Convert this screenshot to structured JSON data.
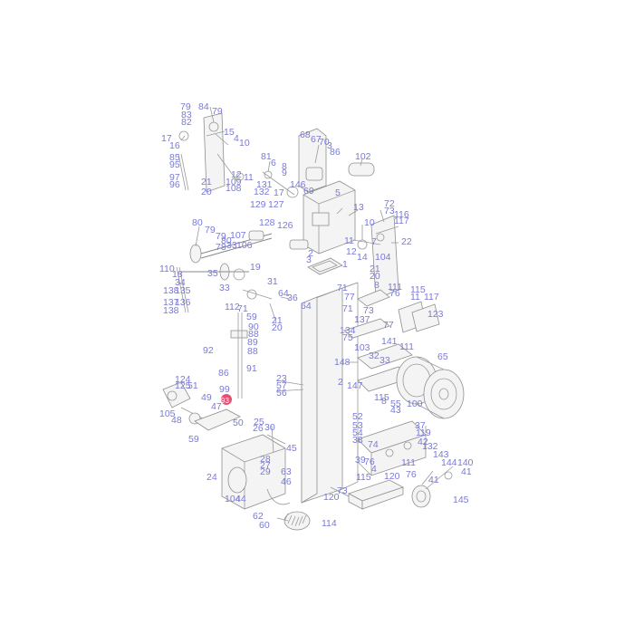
{
  "highlight": {
    "label": "93",
    "color": "#e0305a"
  },
  "label_color": "#7a7ad6",
  "labels": {
    "l79a": "79",
    "l84": "84",
    "l79b": "79",
    "l83": "83",
    "l82": "82",
    "l17a": "17",
    "l15a": "15",
    "l4a": "4",
    "l10a": "10",
    "l16a": "16",
    "l85": "85",
    "l95": "95",
    "l97": "97",
    "l96": "96",
    "l21a": "21",
    "l20a": "20",
    "l12a": "12",
    "l109": "109",
    "l11a": "11",
    "l108": "108",
    "l81": "81",
    "l6a": "6",
    "l8a": "8",
    "l9a": "9",
    "l131": "131",
    "l17b": "17",
    "l132": "132",
    "l129": "129",
    "l127": "127",
    "l146": "146",
    "l69": "69",
    "l68": "68",
    "l67": "67",
    "l70": "70",
    "l3a": "3",
    "l86": "86",
    "l102": "102",
    "l5a": "5",
    "l128": "128",
    "l126": "126",
    "l13a": "13",
    "l72": "72",
    "l73a": "73",
    "l116": "116",
    "l117a": "117",
    "l10b": "10",
    "l80a": "80",
    "l79c": "79",
    "l107": "107",
    "l80b": "80",
    "l78": "78",
    "l33a": "33",
    "l106": "106",
    "l22": "22",
    "l11b": "11",
    "l7a": "7",
    "l12b": "12",
    "l14a": "14",
    "l104": "104",
    "l2a": "2",
    "l3b": "3",
    "l1a": "1",
    "l19a": "19",
    "l21b": "21",
    "l20b": "20",
    "l110": "110",
    "l18": "18",
    "l34": "34",
    "l35": "35",
    "l33b": "33",
    "l138a": "138",
    "l135": "135",
    "l137a": "137",
    "l136": "136",
    "l138b": "138",
    "l31": "31",
    "l64a": "64",
    "l36": "36",
    "l64b": "64",
    "l71a": "71",
    "l8b": "8",
    "l111a": "111",
    "l76a": "76",
    "l115": "115",
    "l117b": "117",
    "l11c": "11",
    "l77a": "77",
    "l71b": "71",
    "l73b": "73",
    "l137b": "137",
    "l123": "123",
    "l77b": "77",
    "l112": "112",
    "l71c": "71",
    "l59a": "59",
    "l21c": "21",
    "l20c": "20",
    "l90": "90",
    "l88a": "88",
    "l89": "89",
    "l88b": "88",
    "l134": "134",
    "l75": "75",
    "l103": "103",
    "l141": "141",
    "l111b": "111",
    "l92": "92",
    "l86b": "86",
    "l91": "91",
    "l99": "99",
    "l23": "23",
    "l57": "57",
    "l56": "56",
    "l148": "148",
    "l32": "32",
    "l33c": "33",
    "l65": "65",
    "l124": "124",
    "l125": "125",
    "l51": "51",
    "l49": "49",
    "l47": "47",
    "l105": "105",
    "l48": "48",
    "l93": "93",
    "l2b": "2",
    "l147": "147",
    "l115b": "115",
    "l100": "100",
    "l8c": "8",
    "l55": "55",
    "l43": "43",
    "l50": "50",
    "l52": "52",
    "l53": "53",
    "l54": "54",
    "l38": "38",
    "l37": "37",
    "l119": "119",
    "l42": "42",
    "l132b": "132",
    "l59b": "59",
    "l25": "25",
    "l26": "26",
    "l30": "30",
    "l45": "45",
    "l74": "74",
    "l39": "39",
    "l76b": "76",
    "l111c": "111",
    "l115c": "115",
    "l4b": "4",
    "l120a": "120",
    "l76c": "76",
    "l143": "143",
    "l144": "144",
    "l140": "140",
    "l41a": "41",
    "l41b": "41",
    "l24": "24",
    "l28": "28",
    "l27": "27",
    "l29": "29",
    "l63": "63",
    "l46": "46",
    "l104b": "104",
    "l44": "44",
    "l73c": "73",
    "l120b": "120",
    "l145": "145",
    "l62": "62",
    "l60": "60",
    "l114": "114"
  }
}
